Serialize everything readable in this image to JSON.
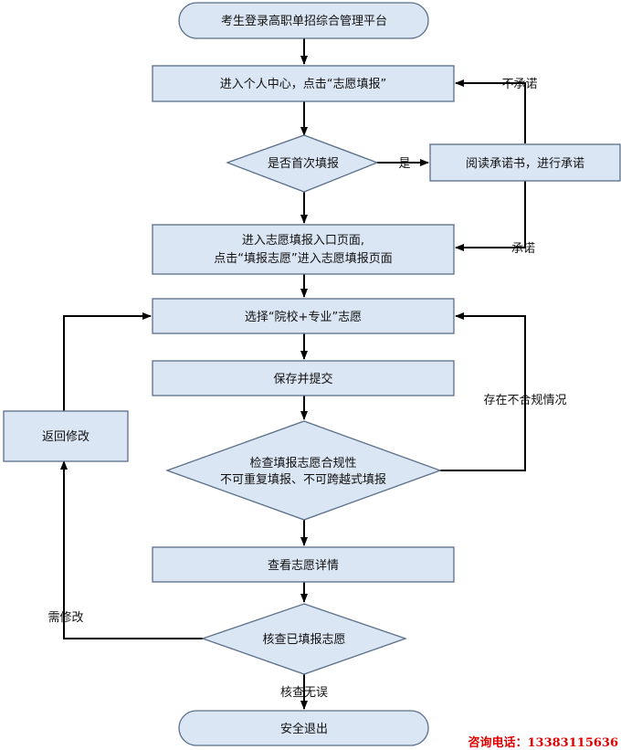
{
  "colors": {
    "node_fill": "#dbe6f4",
    "node_stroke": "#5a6f88",
    "line": "#000000",
    "contact_text": "#e00000"
  },
  "nodes": {
    "start": "考生登录高职单招综合管理平台",
    "personal_center": "进入个人中心，点击“志愿填报”",
    "first_time": "是否首次填报",
    "read_commitment": "阅读承诺书，进行承诺",
    "entry_line1": "进入志愿填报入口页面,",
    "entry_line2": "点击“填报志愿”进入志愿填报页面",
    "choose": "选择“院校+专业”志愿",
    "save_submit": "保存并提交",
    "check_line1": "检查填报志愿合规性",
    "check_line2": "不可重复填报、不可跨越式填报",
    "view_detail": "查看志愿详情",
    "verify": "核查已填报志愿",
    "return_modify": "返回修改",
    "exit": "安全退出"
  },
  "edge_labels": {
    "not_committed": "不承诺",
    "yes": "是",
    "committed": "承诺",
    "non_compliant": "存在不合规情况",
    "need_modify": "需修改",
    "verified_ok": "核查无误"
  },
  "footer": {
    "contact": "咨询电话：13383115636"
  }
}
